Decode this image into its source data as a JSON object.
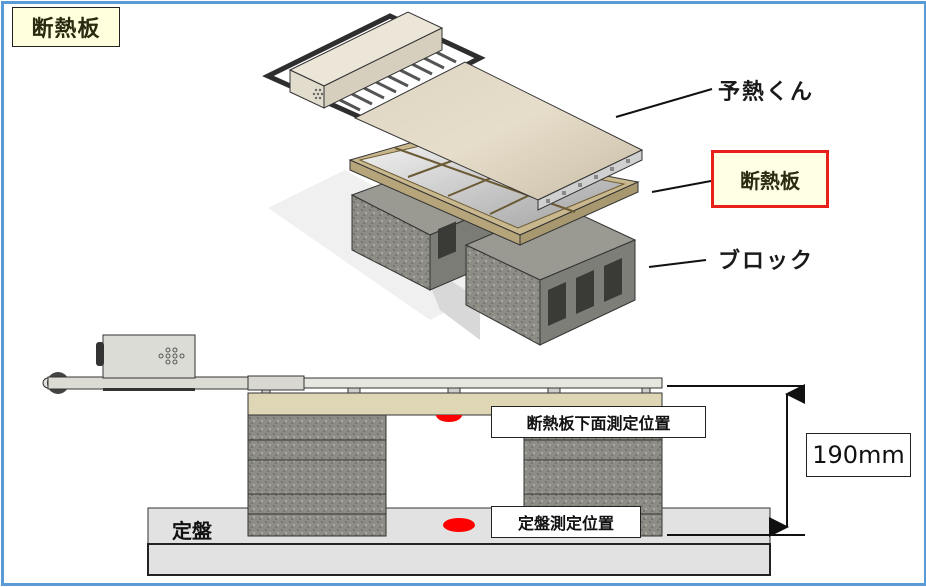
{
  "title": "断熱板",
  "iso_view": {
    "labels": {
      "preheater": "予熱くん",
      "insulation_board": "断熱板",
      "block": "ブロック"
    },
    "highlight_color": "#e8201a"
  },
  "side_view": {
    "callouts": {
      "board_bottom_measure": "断熱板下面測定位置",
      "platen_measure": "定盤測定位置"
    },
    "platen_label": "定盤",
    "dimension": "190mm",
    "measure_point_color": "#ff0000"
  },
  "colors": {
    "frame": "#5b9bd5",
    "title_bg": "#ffffdd",
    "board": "#ded6b5",
    "block": "#8a8a84",
    "platen": "#e2e2e2"
  }
}
